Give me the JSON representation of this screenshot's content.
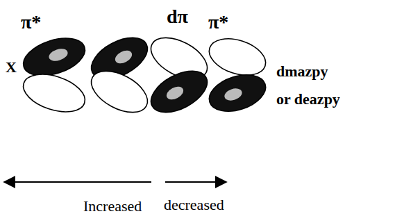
{
  "diagram": {
    "labels": [
      "π*",
      "dπ",
      "π*",
      "X",
      "dmazpy",
      "or deazpy",
      "Increased",
      "decreased"
    ]
  }
}
